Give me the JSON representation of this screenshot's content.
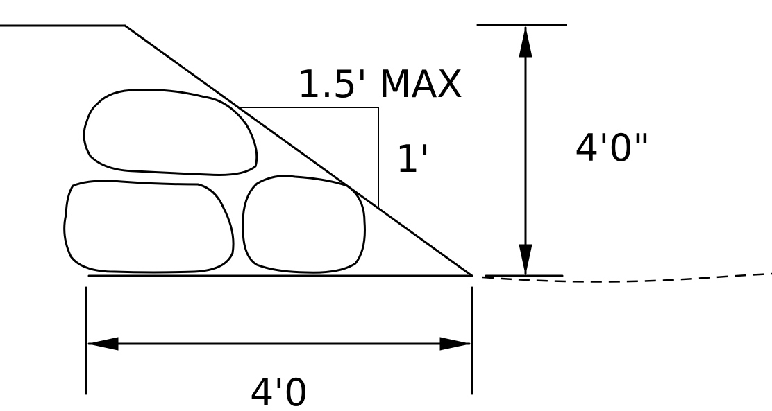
{
  "labels": {
    "slope_run": "1.5' MAX",
    "slope_rise": "1'",
    "height": "4'0\"",
    "width": "4'0"
  },
  "colors": {
    "line": "#000000",
    "background": "#ffffff"
  }
}
